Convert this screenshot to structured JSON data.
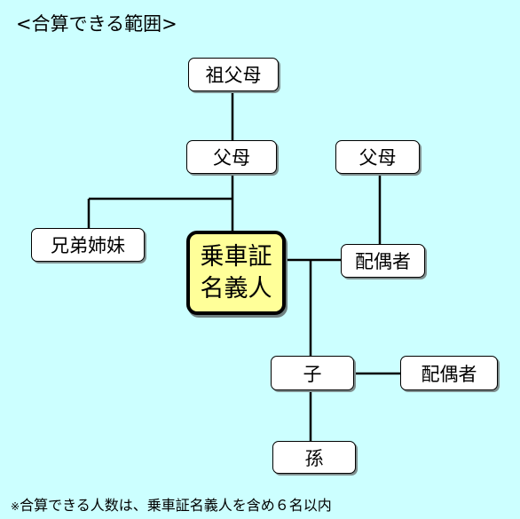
{
  "title": "<合算できる範囲>",
  "note": {
    "mark": "※",
    "text": "合算できる人数は、乗車証名義人を含め６名以内"
  },
  "nodes": {
    "grandparents": "祖父母",
    "parents": "父母",
    "spouse_parents": "父母",
    "siblings": "兄弟姉妹",
    "holder_line1": "乗車証",
    "holder_line2": "名義人",
    "spouse": "配偶者",
    "child": "子",
    "child_spouse": "配偶者",
    "grandchild": "孫"
  }
}
